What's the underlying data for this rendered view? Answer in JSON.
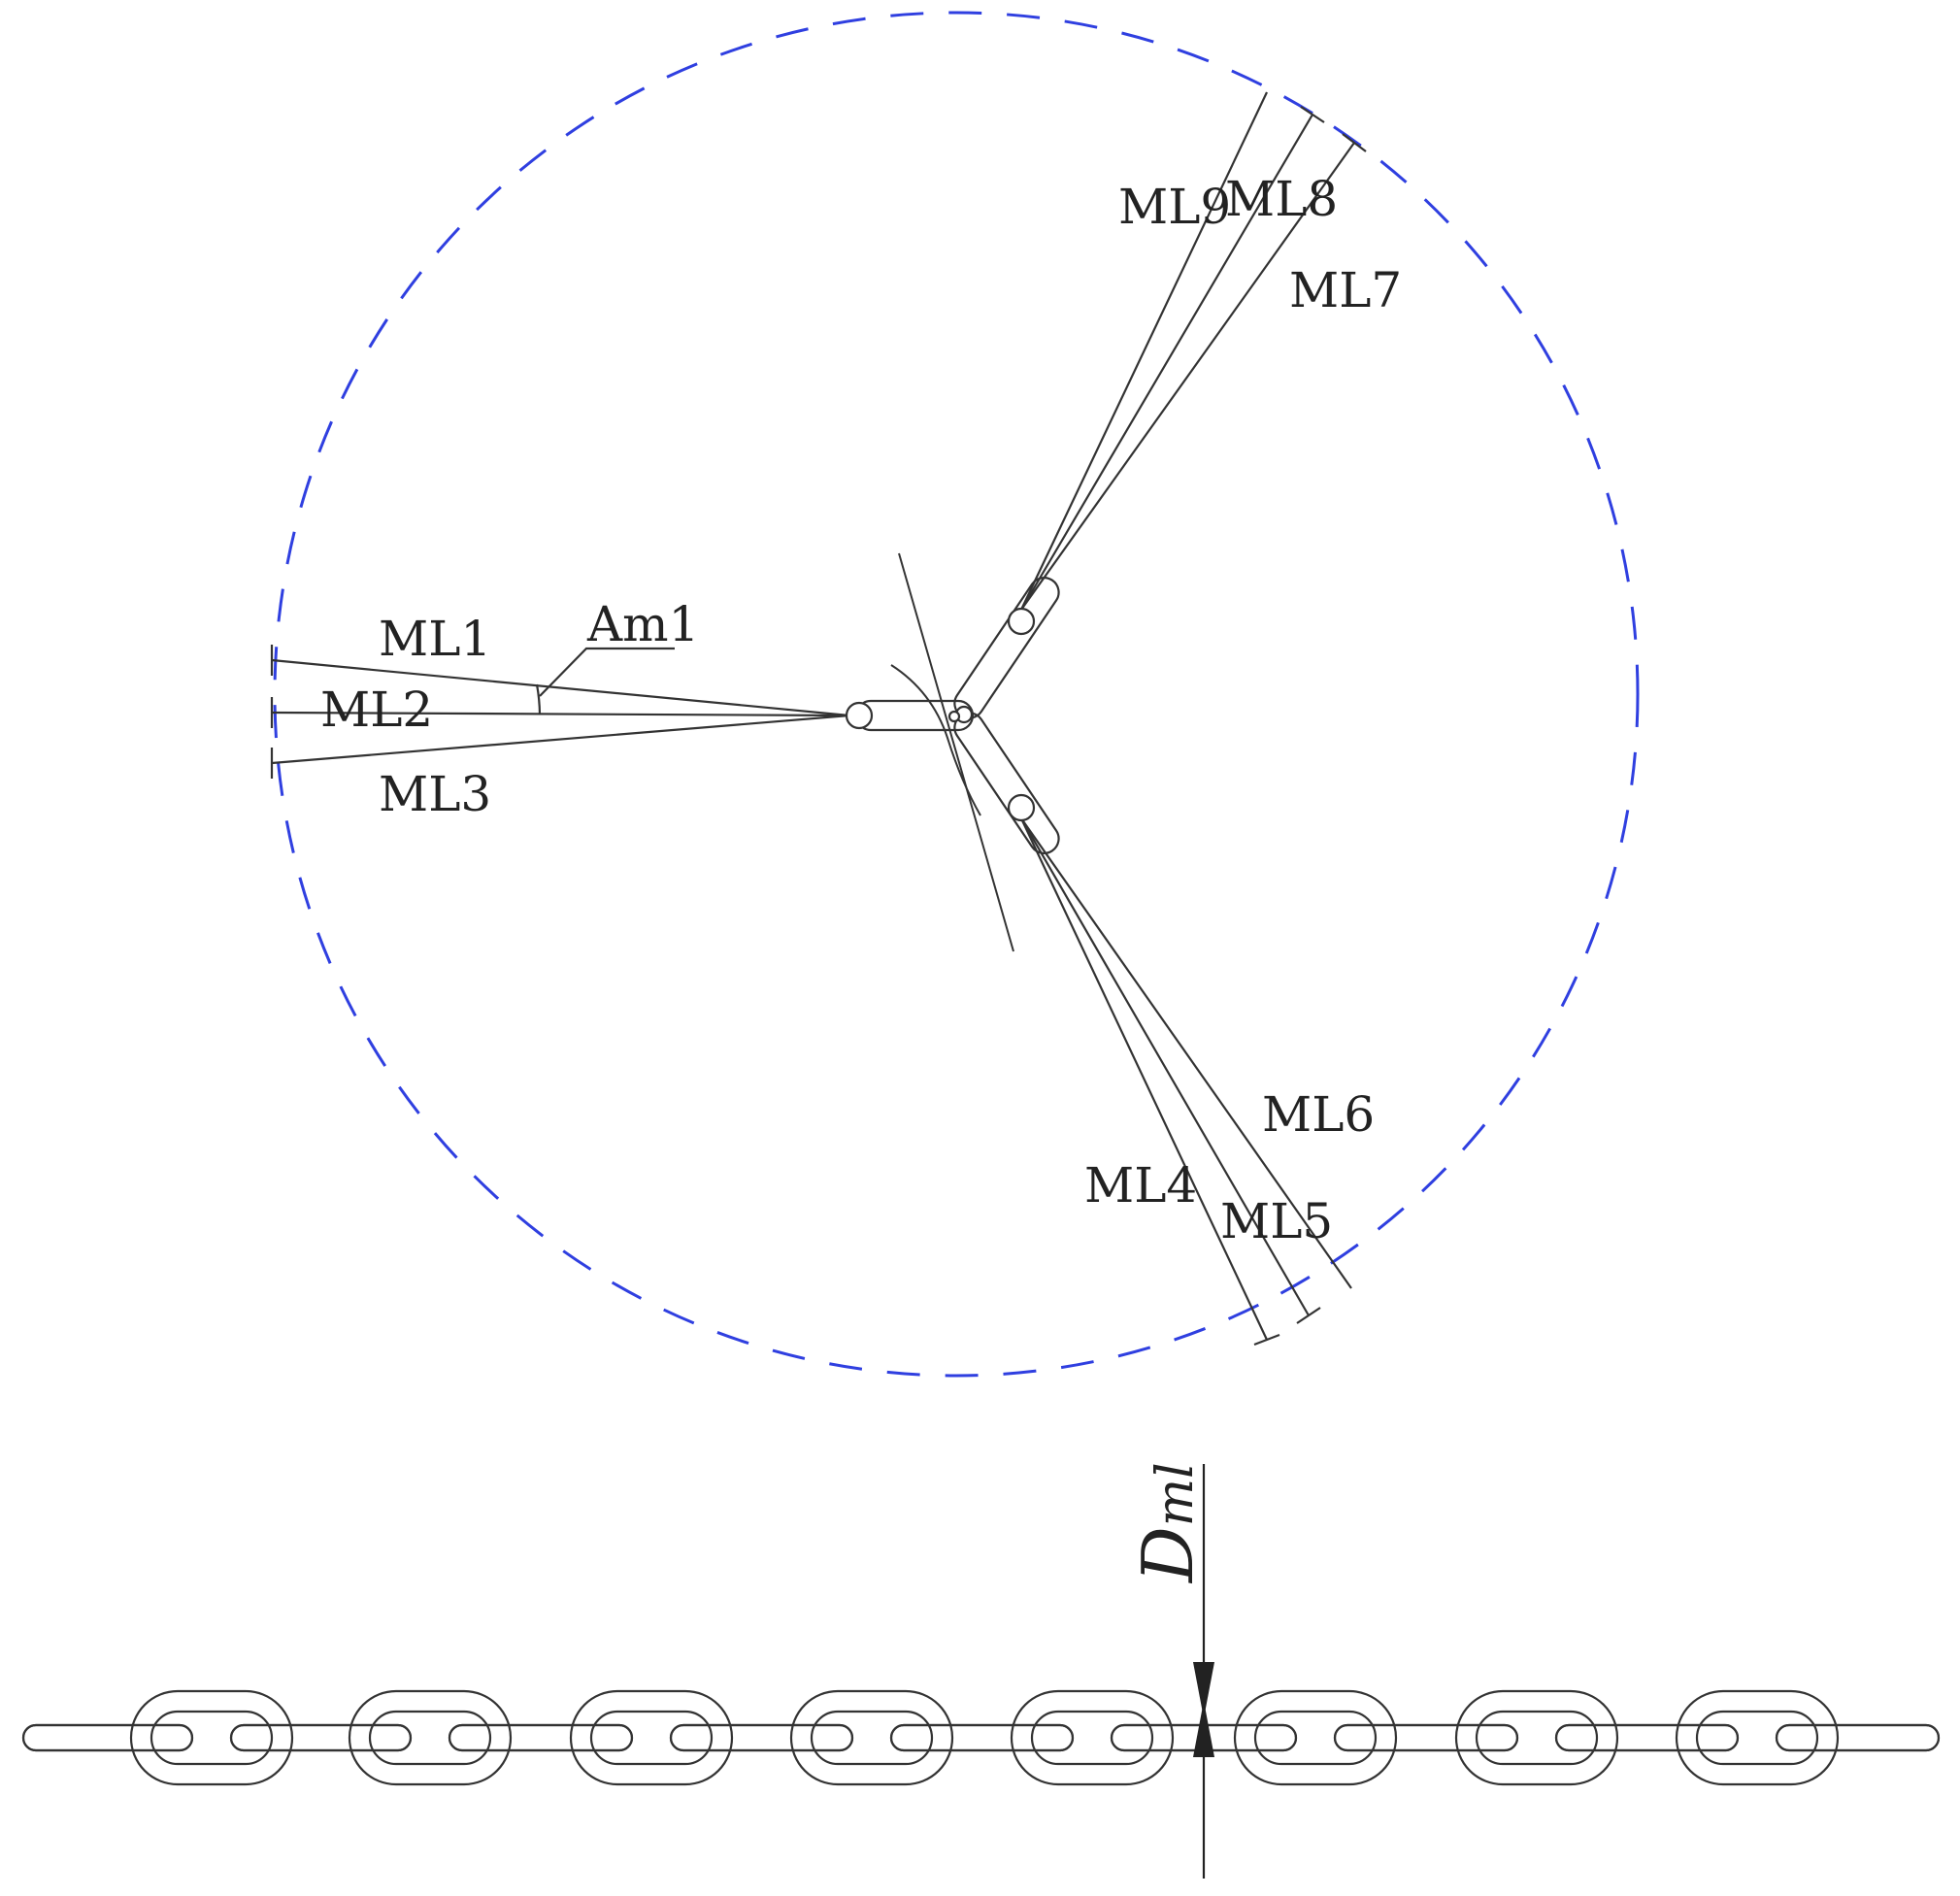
{
  "colors": {
    "boundary": "#2f3fe0",
    "line": "#333333",
    "background": "#ffffff"
  },
  "labels": {
    "ml1": "ML1",
    "ml2": "ML2",
    "ml3": "ML3",
    "ml4": "ML4",
    "ml5": "ML5",
    "ml6": "ML6",
    "ml7": "ML7",
    "ml8": "ML8",
    "ml9": "ML9",
    "angle": "Am1"
  },
  "chain": {
    "dimension_label": "D",
    "dimension_subscript": "ml"
  }
}
